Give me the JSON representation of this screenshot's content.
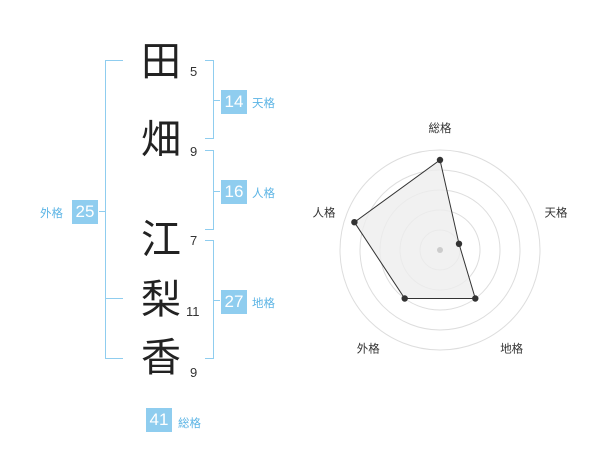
{
  "name": {
    "characters": [
      {
        "char": "田",
        "strokes": "5"
      },
      {
        "char": "畑",
        "strokes": "9"
      },
      {
        "char": "江",
        "strokes": "7"
      },
      {
        "char": "梨",
        "strokes": "11"
      },
      {
        "char": "香",
        "strokes": "9"
      }
    ]
  },
  "kakusu": {
    "tenkaku": {
      "value": "14",
      "label": "天格"
    },
    "jinkaku": {
      "value": "16",
      "label": "人格"
    },
    "chikaku": {
      "value": "27",
      "label": "地格"
    },
    "gaikaku": {
      "value": "25",
      "label": "外格"
    },
    "soukaku": {
      "value": "41",
      "label": "総格"
    }
  },
  "colors": {
    "accent": "#8fcdef",
    "accent_text": "#5bb4e5",
    "grid": "#dddddd",
    "fill": "#eeeeee"
  },
  "chart_data": {
    "type": "radar",
    "axes": [
      "総格",
      "天格",
      "地格",
      "外格",
      "人格"
    ],
    "values": [
      4.5,
      1.0,
      3.0,
      3.0,
      4.5
    ],
    "rings": 5,
    "max": 5
  }
}
